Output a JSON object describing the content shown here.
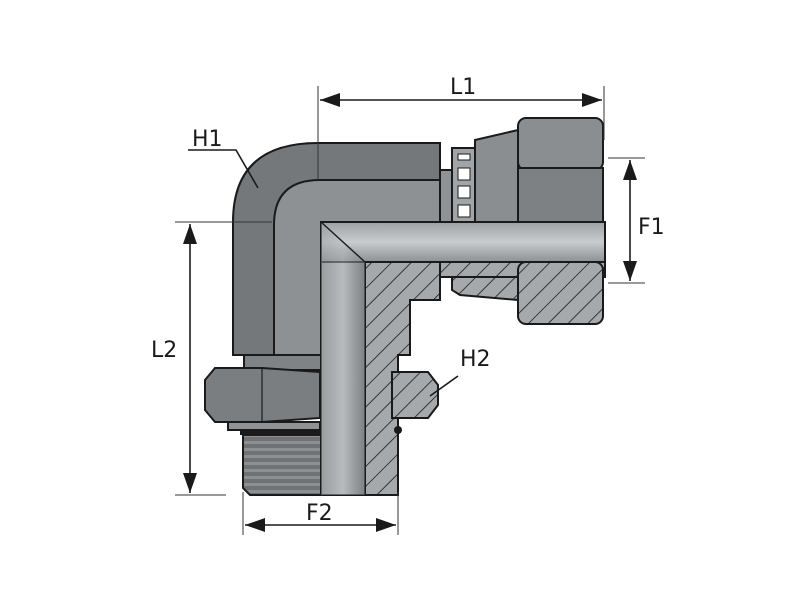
{
  "title": "90° elbow adapter with swivel nut and adjustable stud end",
  "labels": {
    "L1": "L1",
    "L2": "L2",
    "F1": "F1",
    "F2": "F2",
    "H1": "H1",
    "H2": "H2"
  },
  "colors": {
    "body_dark": "#6d7174",
    "body_mid": "#8a8e91",
    "body_light": "#b9bcbe",
    "section": "#a4a7aa",
    "outline": "#1a1a1a"
  }
}
